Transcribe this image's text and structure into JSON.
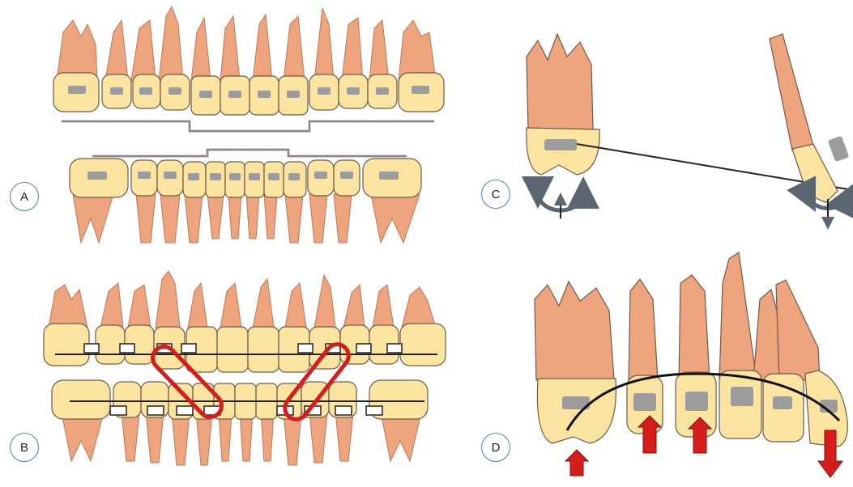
{
  "panels": [
    {
      "id": "A",
      "label": "A"
    },
    {
      "id": "B",
      "label": "B"
    },
    {
      "id": "C",
      "label": "C"
    },
    {
      "id": "D",
      "label": "D"
    }
  ],
  "colors": {
    "crown": "#fbe3a0",
    "root": "#eea47c",
    "outline": "#6b5b4a",
    "bracket": "#9c9c9c",
    "wire": "#2b2b2b",
    "elastic": "#d71c1c",
    "force_arrow": "#d71c1c",
    "moment_arrow": "#5c6670",
    "label_ring": "#4f7fb5"
  },
  "icons": [
    "curved-moment-arrow-icon",
    "force-arrow-icon",
    "bracket-icon"
  ]
}
